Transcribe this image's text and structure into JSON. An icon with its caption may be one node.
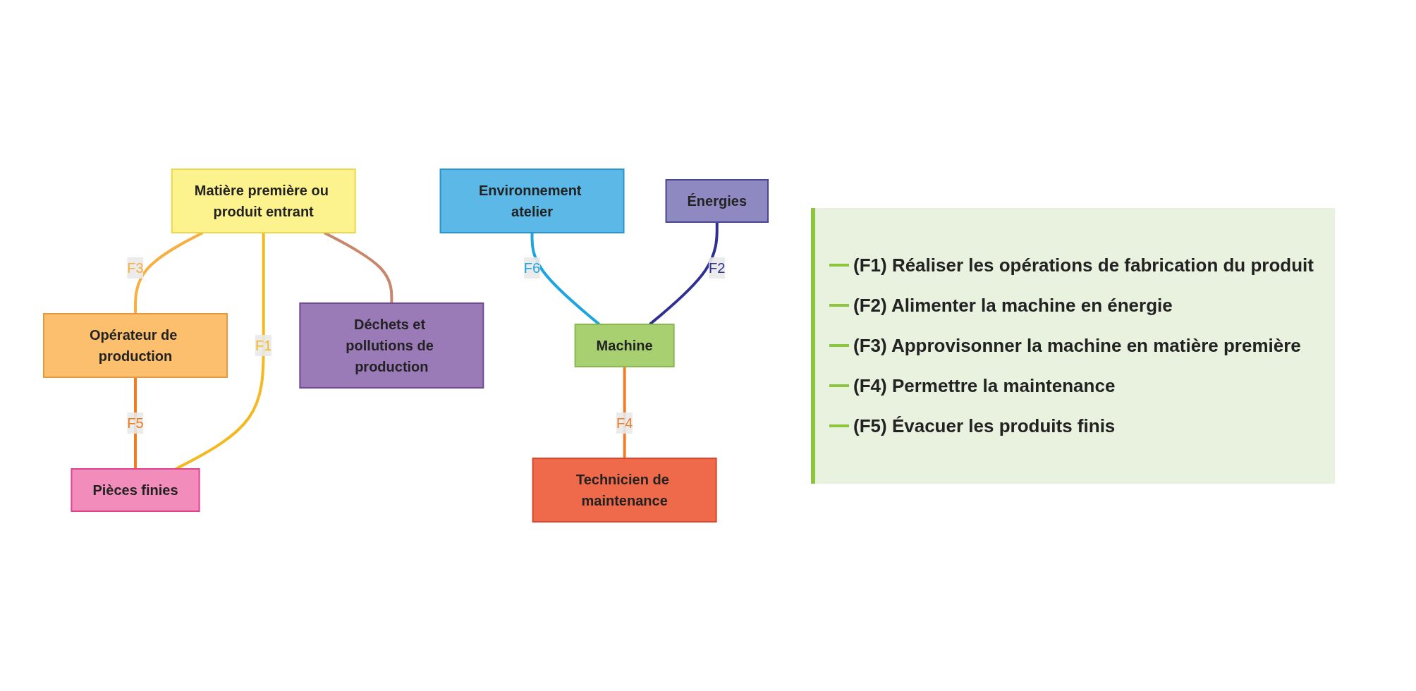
{
  "diagram": {
    "nodes": [
      {
        "text": [
          "Opérateur de production"
        ]
      },
      {
        "text": [
          "Technicien de maintenance"
        ]
      },
      {
        "text": [
          "Matière première ou produit entrant"
        ]
      },
      {
        "text": [
          "Machine"
        ]
      },
      {
        "text": [
          "Pièces finies"
        ]
      },
      {
        "text": [
          "Environnement atelier"
        ]
      },
      {
        "text": [
          "Énergies"
        ]
      },
      {
        "text": [
          "Déchets et pollutions de production"
        ]
      }
    ],
    "edges": [
      {
        "from": 2,
        "to": 0,
        "label": "F3",
        "arrow": "none",
        "color": "#f6b042"
      },
      {
        "from": 0,
        "to": 4,
        "label": "F5",
        "arrow": "none",
        "color": "#ee7d1c"
      },
      {
        "from": 3,
        "to": 1,
        "label": "F4",
        "arrow": "none",
        "color": "#ef7d2a"
      },
      {
        "from": 2,
        "to": 4,
        "label": "F1",
        "arrow": "none",
        "color": "#f5b820"
      },
      {
        "from": 2,
        "to": 7,
        "arrow": "none",
        "color": "#c8866a"
      },
      {
        "from": 5,
        "to": 3,
        "label": "F6",
        "arrow": "none",
        "color": "#1ea5dd"
      },
      {
        "from": 6,
        "to": 3,
        "label": "F2",
        "arrow": "none",
        "color": "#2e3192"
      }
    ],
    "labels": [
      "(F1) Réaliser les opérations de fabrication du produit",
      "(F2) Alimenter la machine en énergie",
      "(F3) Approvisonner la machine en matière première",
      "(F4) Permettre la maintenance",
      "(F5) Évacuer les produits finis"
    ]
  }
}
